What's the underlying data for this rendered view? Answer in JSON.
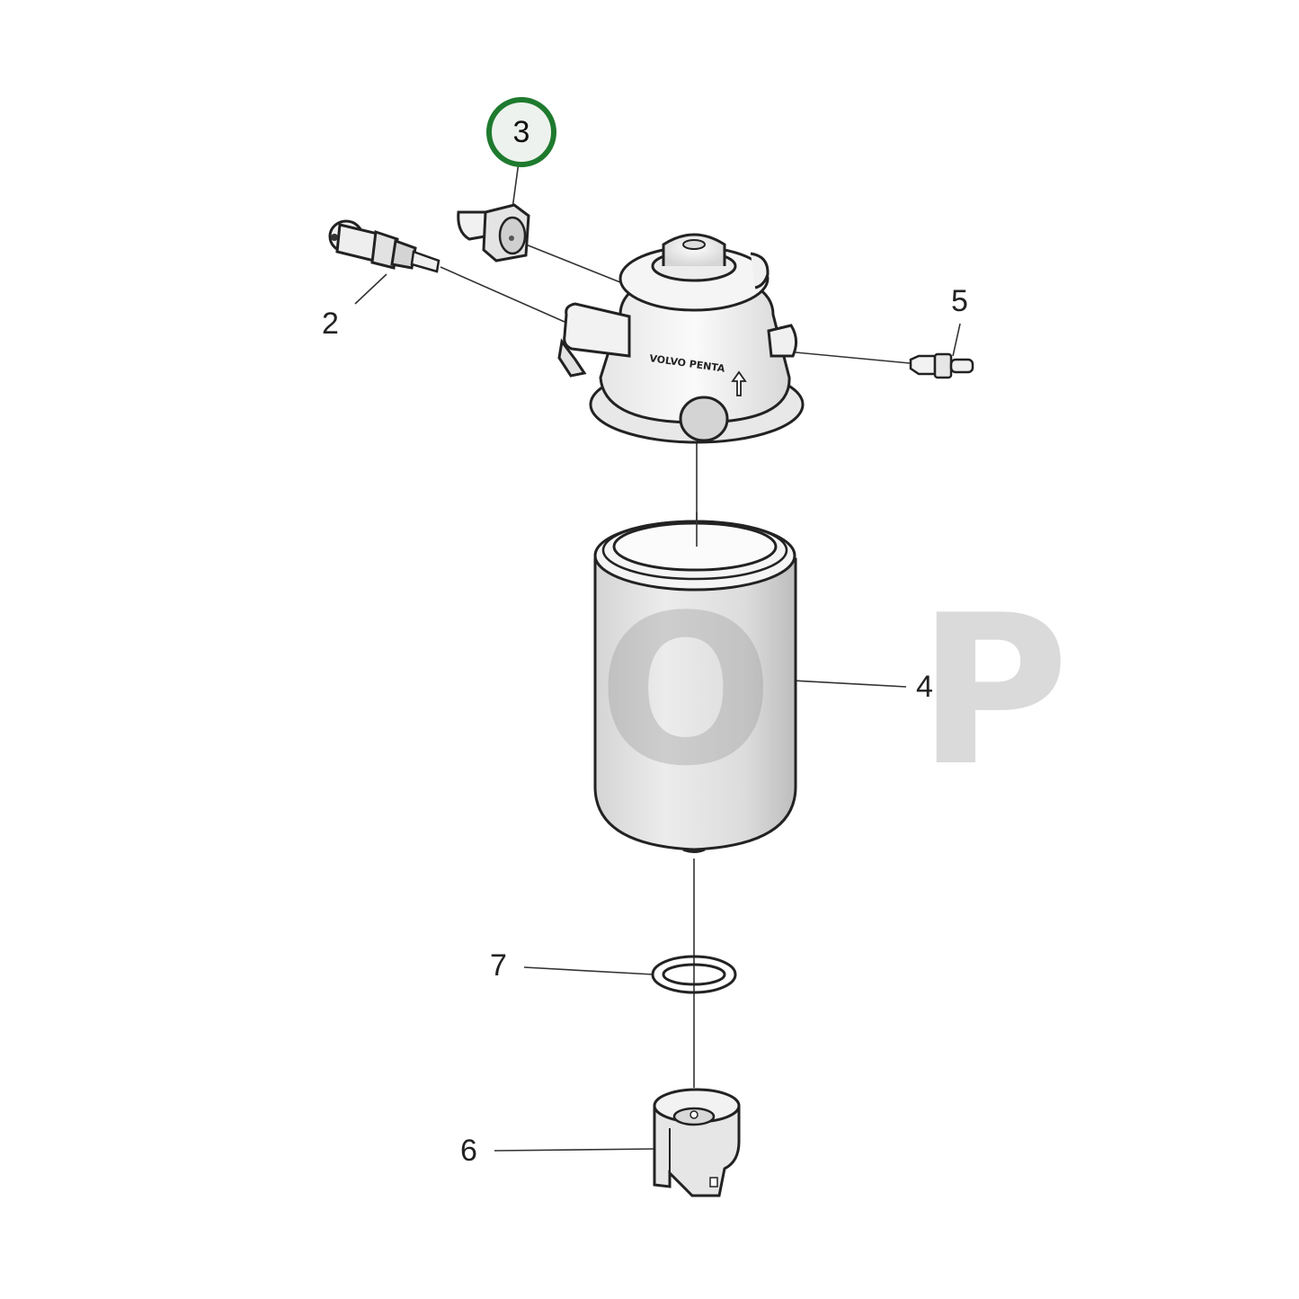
{
  "diagram": {
    "type": "exploded-parts-diagram",
    "subject": "fuel filter assembly",
    "highlighted_callout": "3",
    "highlight_color": "#1e7a2e",
    "line_color": "#222222",
    "watermark_text": "O P",
    "housing_text": "VOLVO PENTA",
    "callouts": [
      {
        "id": "2",
        "label": "2",
        "part": "sensor (threaded, with connector)"
      },
      {
        "id": "3",
        "label": "3",
        "part": "sensor / plug (hex)"
      },
      {
        "id": "4",
        "label": "4",
        "part": "filter cartridge"
      },
      {
        "id": "5",
        "label": "5",
        "part": "nipple / bleed screw"
      },
      {
        "id": "6",
        "label": "6",
        "part": "water-in-fuel sensor / drain"
      },
      {
        "id": "7",
        "label": "7",
        "part": "o-ring"
      }
    ]
  }
}
